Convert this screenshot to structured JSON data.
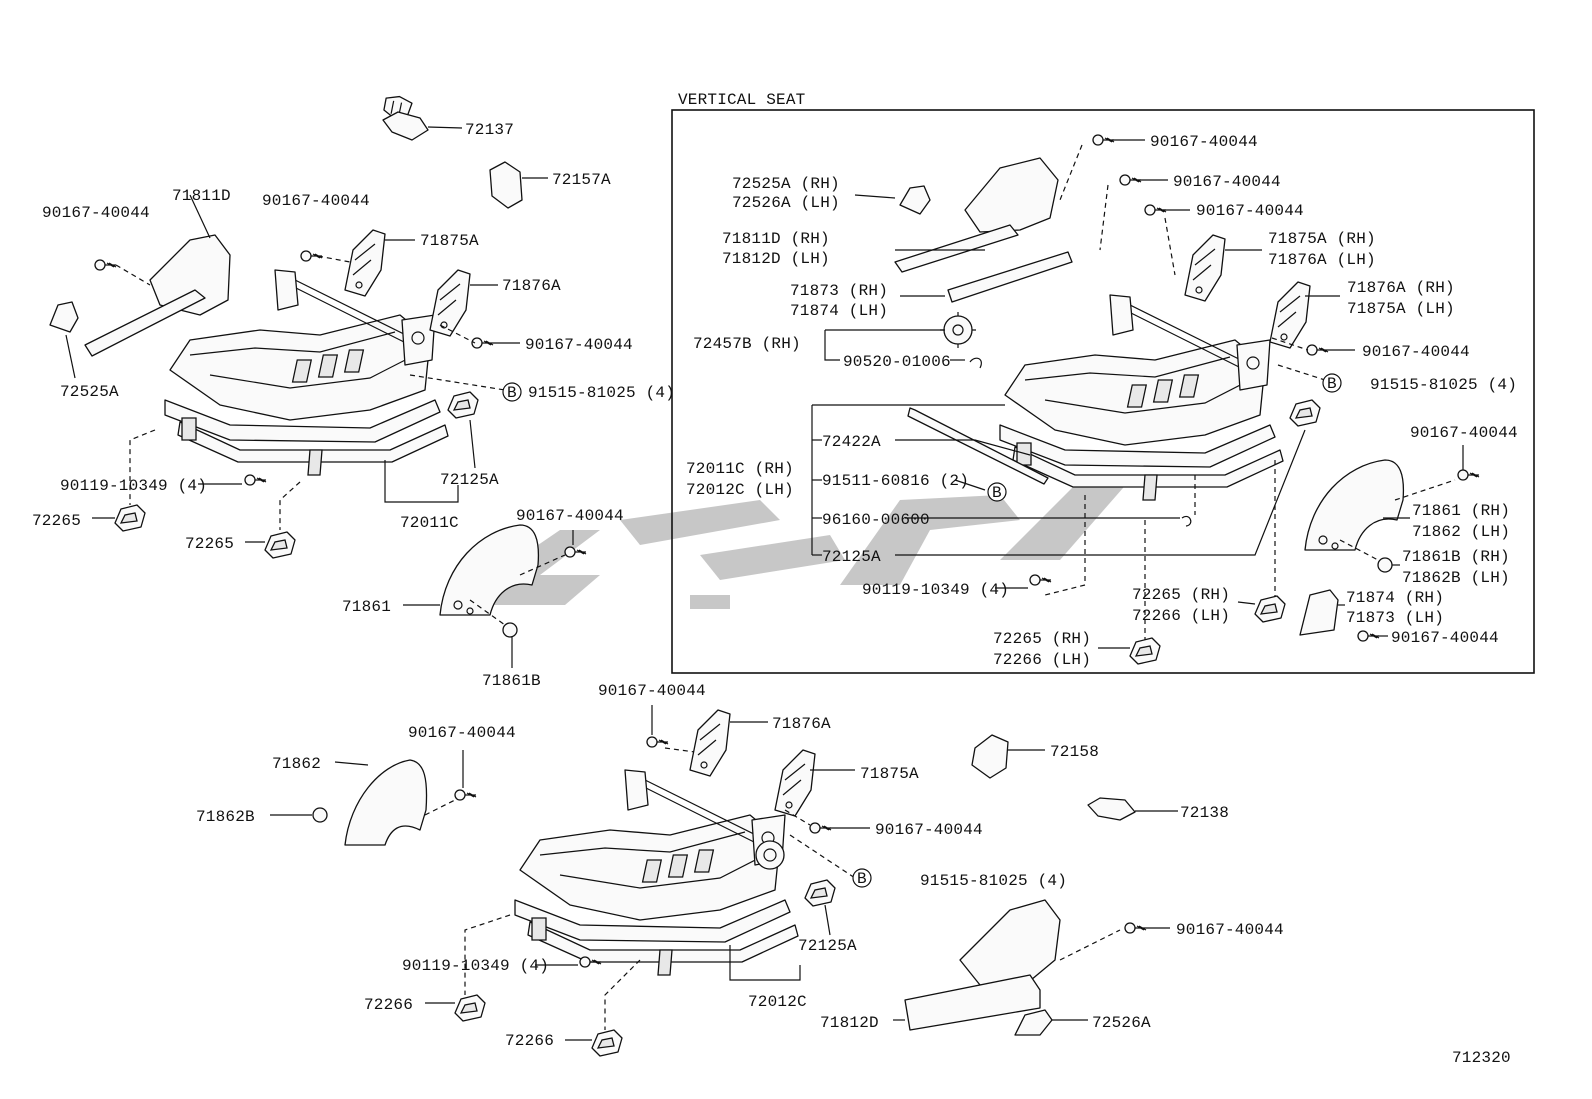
{
  "inset": {
    "title": "VERTICAL SEAT"
  },
  "diagram_id": "712320",
  "bolt_marker": "B",
  "labels": {
    "p72137": "72137",
    "p72157A": "72157A",
    "p71811D": "71811D",
    "p90167_a": "90167-40044",
    "p90167_b": "90167-40044",
    "p71875A": "71875A",
    "p71876A": "71876A",
    "p90167_c": "90167-40044",
    "p91515_a": "91515-81025 (4)",
    "p72525A": "72525A",
    "p90119_a": "90119-10349 (4)",
    "p72125A_a": "72125A",
    "p72265_a": "72265",
    "p72265_b": "72265",
    "p72011C": "72011C",
    "p90167_d": "90167-40044",
    "p71861": "71861",
    "p71861B": "71861B",
    "v90167_1": "90167-40044",
    "v90167_2": "90167-40044",
    "v90167_3": "90167-40044",
    "v72525A": "72525A (RH)",
    "v72526A": "72526A (LH)",
    "v71811D": "71811D (RH)",
    "v71812D": "71812D (LH)",
    "v71875A_rh": "71875A (RH)",
    "v71876A_lh": "71876A (LH)",
    "v71873": "71873 (RH)",
    "v71874": "71874 (LH)",
    "v71876A_rh": "71876A (RH)",
    "v71875A_lh": "71875A (LH)",
    "v72457B": "72457B (RH)",
    "v90520": "90520-01006",
    "v90167_4": "90167-40044",
    "v91515": "91515-81025 (4)",
    "v72422A": "72422A",
    "v72011C": "72011C (RH)",
    "v72012C": "72012C (LH)",
    "v91511": "91511-60816 (2)",
    "v96160": "96160-00600",
    "v72125A": "72125A",
    "v90167_5": "90167-40044",
    "v71861": "71861 (RH)",
    "v71862": "71862 (LH)",
    "v71861B": "71861B (RH)",
    "v71862B": "71862B (LH)",
    "v90119": "90119-10349 (4)",
    "v72265_rh": "72265 (RH)",
    "v72266_lh": "72266 (LH)",
    "v71874_rh": "71874 (RH)",
    "v71873_lh": "71873 (LH)",
    "v90167_6": "90167-40044",
    "v72265_rh2": "72265 (RH)",
    "v72266_lh2": "72266 (LH)",
    "l90167_a": "90167-40044",
    "l71876A": "71876A",
    "l72158": "72158",
    "l90167_b": "90167-40044",
    "l71862": "71862",
    "l71875A": "71875A",
    "l72138": "72138",
    "l71862B": "71862B",
    "l90167_c": "90167-40044",
    "l91515": "91515-81025 (4)",
    "l72125A": "72125A",
    "l90167_d": "90167-40044",
    "l90119": "90119-10349 (4)",
    "l72266_a": "72266",
    "l72012C": "72012C",
    "l71812D": "71812D",
    "l72526A": "72526A",
    "l72266_b": "72266"
  }
}
